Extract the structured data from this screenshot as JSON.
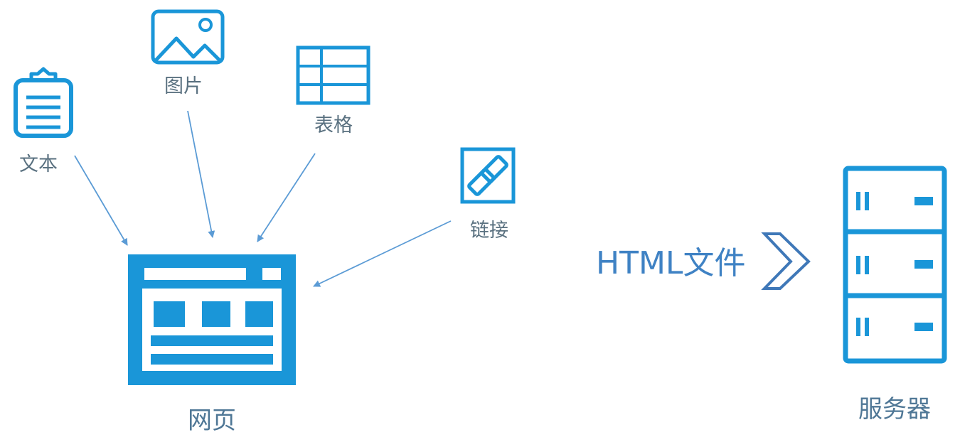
{
  "nodes": {
    "text": {
      "label": "文本",
      "icon": "clipboard-icon"
    },
    "image": {
      "label": "图片",
      "icon": "image-icon"
    },
    "table": {
      "label": "表格",
      "icon": "table-icon"
    },
    "link": {
      "label": "链接",
      "icon": "link-icon"
    },
    "webpage": {
      "label": "网页",
      "icon": "webpage-icon"
    },
    "server": {
      "label": "服务器",
      "icon": "server-icon"
    }
  },
  "transfer": {
    "label": "HTML文件",
    "icon": "chevron-right-icon"
  },
  "colors": {
    "icon_blue": "#1a96d8",
    "arrow_blue": "#5b9bd5",
    "chevron_blue": "#3f78b8",
    "label_gray": "#5a7180",
    "html_text_blue": "#3f82c4"
  }
}
